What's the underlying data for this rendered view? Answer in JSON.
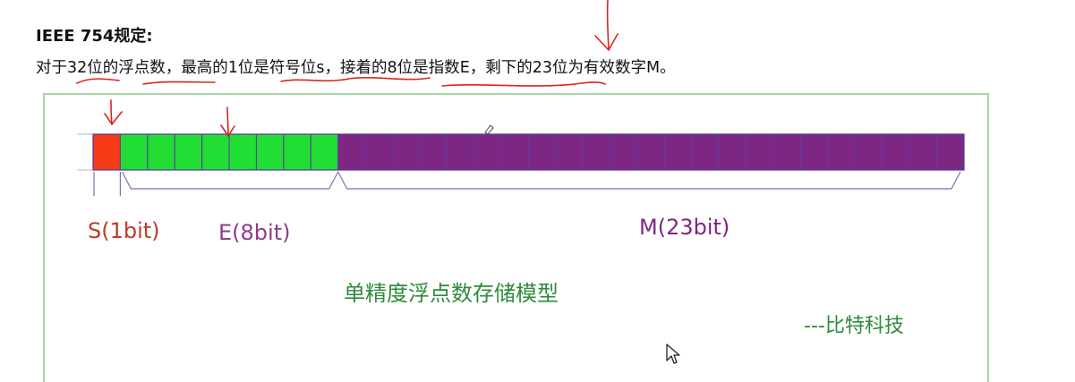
{
  "header": {
    "title": "IEEE 754规定:",
    "rule_parts": [
      "对于",
      "32位",
      "的",
      "浮点数",
      "，最高的",
      "1位是符号位s",
      "，",
      "接着的8位是指数",
      "E，剩下的23位为有效数字M。"
    ]
  },
  "diagram": {
    "fields": [
      {
        "label": "S(1bit)",
        "bits": 1,
        "color": "#f43a17",
        "label_color": "#c0392b"
      },
      {
        "label": "E(8bit)",
        "bits": 8,
        "color": "#22dd33",
        "label_color": "#8e3b8b"
      },
      {
        "label": "M(23bit)",
        "bits": 23,
        "color": "#7e2782",
        "label_color": "#7e2782"
      }
    ],
    "caption": "单精度浮点数存储模型",
    "caption_color": "#2e8b3a",
    "credit": "---比特科技",
    "credit_color": "#2e8b3a",
    "annotation_color": "#d8261c",
    "cell_border_color": "#5a3aa8"
  }
}
